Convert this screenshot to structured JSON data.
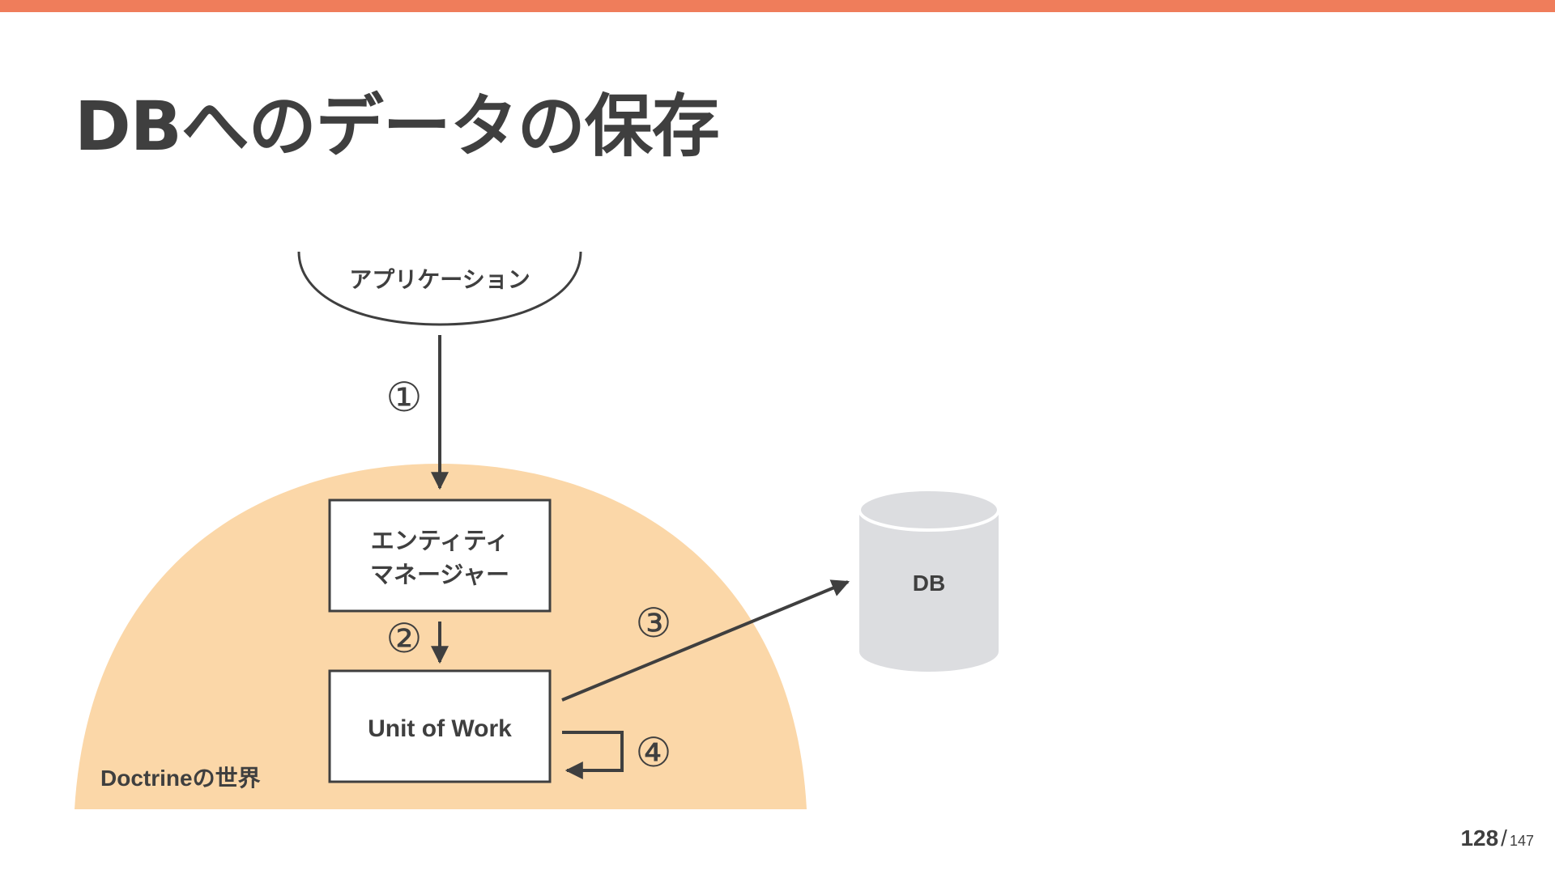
{
  "slide": {
    "title": "DBへのデータの保存",
    "accent_color": "#ef7d5b",
    "page_current": "128",
    "page_separator": "/",
    "page_total": "147"
  },
  "diagram": {
    "nodes": {
      "application": "アプリケーション",
      "entity_manager_line1": "エンティティ",
      "entity_manager_line2": "マネージャー",
      "unit_of_work": "Unit of Work",
      "database": "DB",
      "doctrine_world": "Doctrineの世界"
    },
    "steps": {
      "step1": "①",
      "step2": "②",
      "step3": "③",
      "step4": "④"
    },
    "colors": {
      "doctrine_area": "#fbd7a8",
      "database": "#dcdde0",
      "stroke": "#3f3f3f",
      "text": "#3f3f3f"
    }
  }
}
